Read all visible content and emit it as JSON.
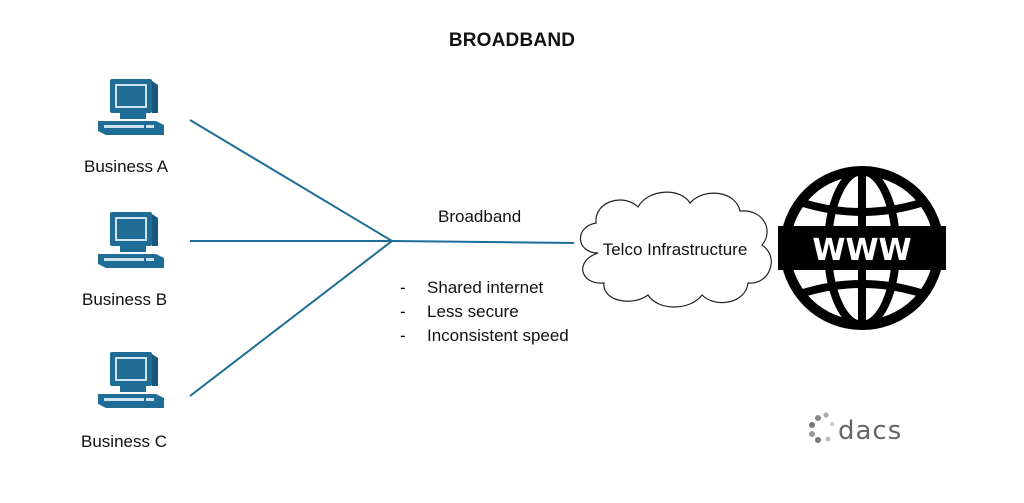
{
  "diagram": {
    "title": "BROADBAND",
    "nodes": {
      "business_a": "Business A",
      "business_b": "Business B",
      "business_c": "Business C",
      "telco": "Telco Infrastructure",
      "internet": "WWW"
    },
    "link_label": "Broadband",
    "bullets": [
      "Shared internet",
      "Less secure",
      "Inconsistent speed"
    ],
    "logo": "dacs"
  },
  "colors": {
    "computer": "#1f6d96",
    "wire": "#1f6d96",
    "globe": "#000000",
    "logo": "#777777"
  },
  "icons": [
    "computer-icon",
    "cloud-icon",
    "globe-www-icon",
    "dacs-logo"
  ]
}
